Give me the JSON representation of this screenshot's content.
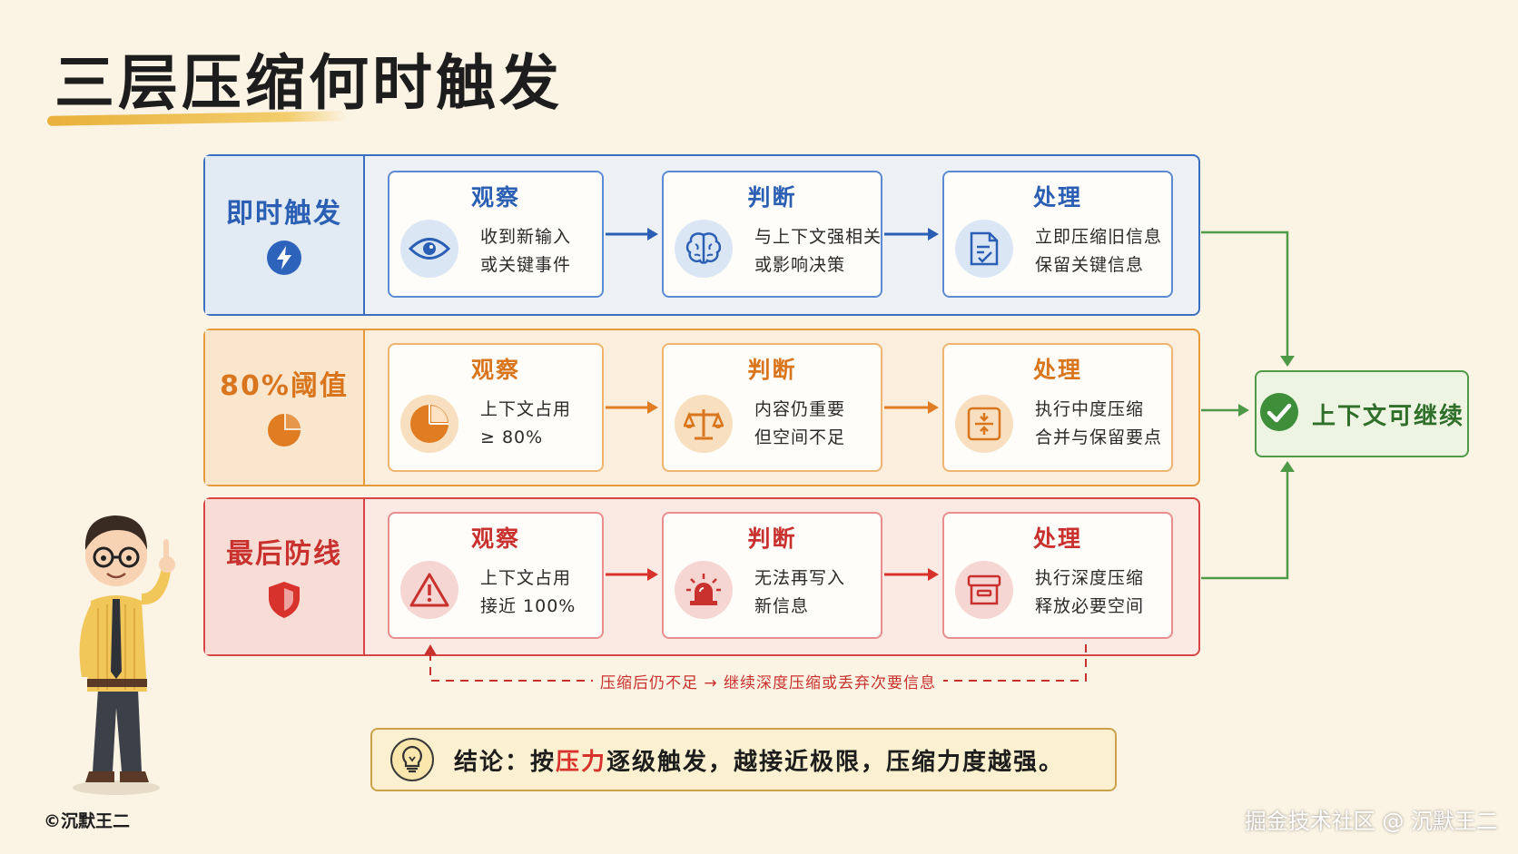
{
  "title": "三层压缩何时触发",
  "rows": [
    {
      "label": "即时触发",
      "side_icon": "lightning-icon",
      "cards": [
        {
          "title": "观察",
          "icon": "eye-icon",
          "lines": [
            "收到新输入",
            "或关键事件"
          ]
        },
        {
          "title": "判断",
          "icon": "brain-icon",
          "lines": [
            "与上下文强相关",
            "或影响决策"
          ]
        },
        {
          "title": "处理",
          "icon": "edit-doc-icon",
          "lines": [
            "立即压缩旧信息",
            "保留关键信息"
          ]
        }
      ]
    },
    {
      "label": "80%阈值",
      "side_icon": "pie-icon",
      "cards": [
        {
          "title": "观察",
          "icon": "pie-chart-icon",
          "lines": [
            "上下文占用",
            "≥ 80%"
          ]
        },
        {
          "title": "判断",
          "icon": "scale-icon",
          "lines": [
            "内容仍重要",
            "但空间不足"
          ]
        },
        {
          "title": "处理",
          "icon": "compress-icon",
          "lines": [
            "执行中度压缩",
            "合并与保留要点"
          ]
        }
      ]
    },
    {
      "label": "最后防线",
      "side_icon": "shield-icon",
      "cards": [
        {
          "title": "观察",
          "icon": "warning-icon",
          "lines": [
            "上下文占用",
            "接近 100%"
          ]
        },
        {
          "title": "判断",
          "icon": "alarm-icon",
          "lines": [
            "无法再写入",
            "新信息"
          ]
        },
        {
          "title": "处理",
          "icon": "archive-box-icon",
          "lines": [
            "执行深度压缩",
            "释放必要空间"
          ]
        }
      ]
    }
  ],
  "result": {
    "label": "上下文可继续",
    "icon": "check-icon"
  },
  "fallback": "压缩后仍不足 → 继续深度压缩或丢弃次要信息",
  "conclusion": {
    "prefix": "结论：按",
    "highlight": "压力",
    "suffix": "逐级触发，越接近极限，压缩力度越强。"
  },
  "copyright": "©沉默王二",
  "watermark": "掘金技术社区 @ 沉默王二",
  "colors": {
    "blue": "#3a6fc0",
    "orange": "#e69a3b",
    "red": "#d84545",
    "green": "#4e9a47"
  }
}
